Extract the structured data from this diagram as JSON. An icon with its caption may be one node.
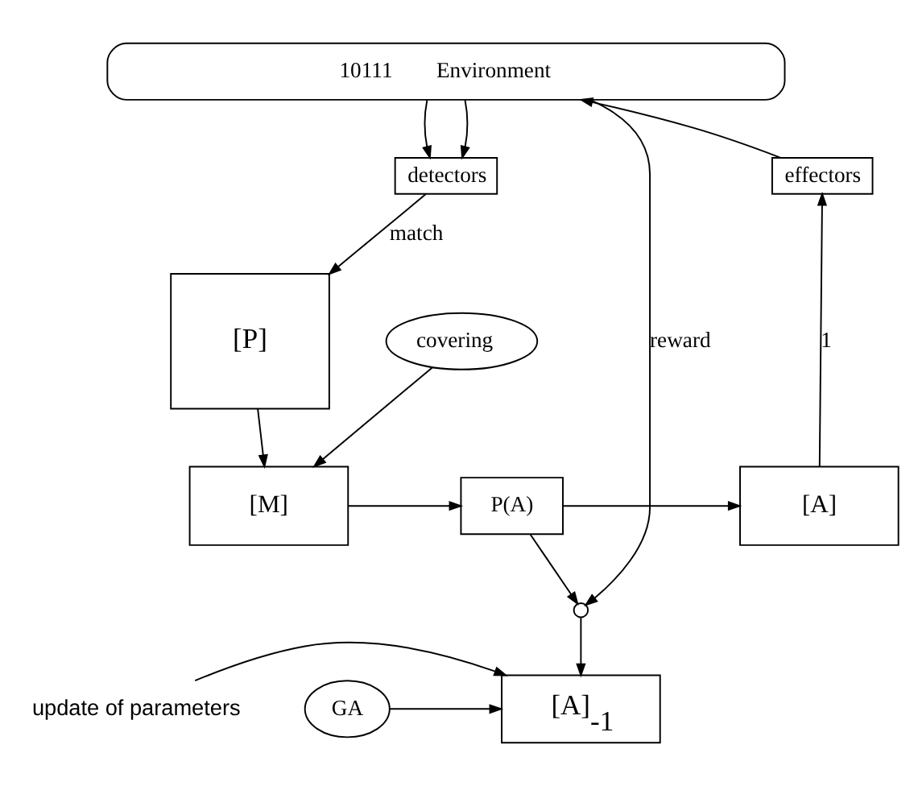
{
  "diagram": {
    "nodes": [
      {
        "text": [
          "10111",
          "Environment"
        ]
      },
      {
        "text": [
          "detectors"
        ]
      },
      {
        "text": [
          "effectors"
        ]
      },
      {
        "text": [
          "[P]"
        ]
      },
      {
        "text": [
          "covering"
        ]
      },
      {
        "text": [
          "[M]"
        ]
      },
      {
        "text": [
          "P(A)"
        ]
      },
      {
        "text": [
          "[A]"
        ]
      },
      {
        "text": [],
        "shape": "circle"
      },
      {
        "text": [
          "update of parameters"
        ]
      },
      {
        "text": [
          "[A]$_{-1}$"
        ]
      },
      {
        "text": [
          "GA"
        ]
      }
    ],
    "edges": [
      {
        "from": 0,
        "to": 1,
        "arrow": "to"
      },
      {
        "from": 0,
        "to": 1,
        "arrow": "to"
      },
      {
        "from": 1,
        "to": 3,
        "arrow": "to",
        "label": "match"
      },
      {
        "from": 3,
        "to": 5,
        "arrow": "to"
      },
      {
        "from": 4,
        "to": 5,
        "arrow": "to"
      },
      {
        "from": 5,
        "to": 6,
        "arrow": "to"
      },
      {
        "from": 6,
        "to": 7,
        "arrow": "to"
      },
      {
        "from": 7,
        "to": 2,
        "arrow": "to",
        "label": "1"
      },
      {
        "from": 2,
        "to": 0,
        "arrow": "to"
      },
      {
        "from": 0,
        "to": 8,
        "arrow": "to",
        "label": "reward"
      },
      {
        "from": 6,
        "to": 8,
        "arrow": "to"
      },
      {
        "from": 8,
        "to": 10,
        "arrow": "to"
      },
      {
        "from": 9,
        "to": 10,
        "arrow": "to"
      },
      {
        "from": 11,
        "to": 10,
        "arrow": "to"
      }
    ]
  }
}
